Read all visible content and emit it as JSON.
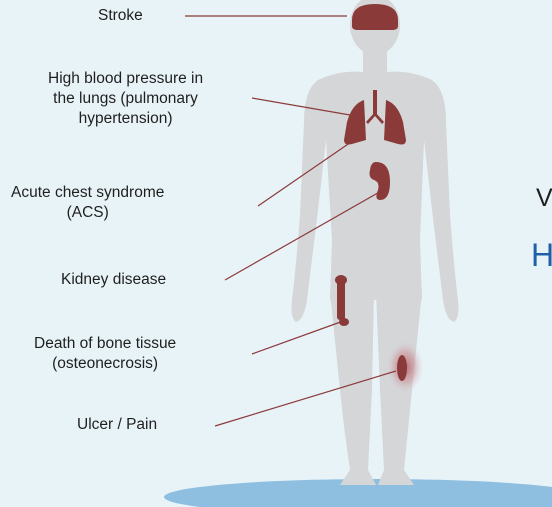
{
  "labels": {
    "stroke": "Stroke",
    "pulmonary": [
      "High blood pressure in",
      "the lungs (pulmonary",
      "hypertension)"
    ],
    "acs": [
      "Acute chest syndrome",
      "(ACS)"
    ],
    "kidney": "Kidney disease",
    "osteonecrosis": [
      "Death of bone tissue",
      "(osteonecrosis)"
    ],
    "ulcer": "Ulcer / Pain"
  },
  "clipped_text": {
    "line1": "V",
    "line2": "H"
  },
  "colors": {
    "background": "#e8f3f8",
    "body": "#d5d6d8",
    "organ": "#8b3a3a",
    "line": "#8b3a3a",
    "ground": "#8fbfe0",
    "accent_blue": "#1f5fa8"
  },
  "icons": {
    "body": "human-silhouette",
    "brain": "brain-icon",
    "lungs": "lungs-icon",
    "kidney": "kidney-icon",
    "bone": "femur-icon",
    "ulcer": "ulcer-spot-icon"
  }
}
